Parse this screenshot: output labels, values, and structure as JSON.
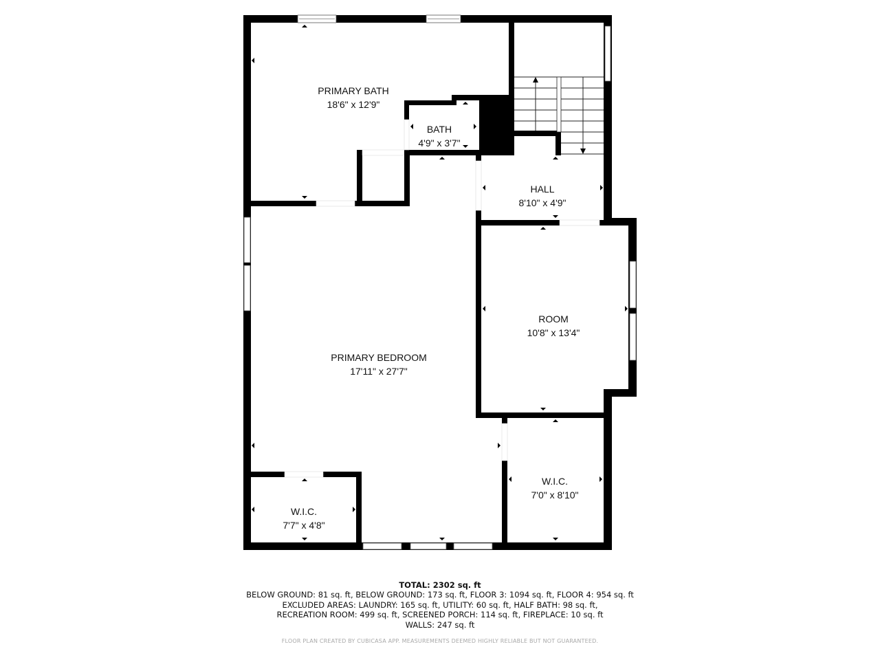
{
  "floorplan": {
    "rooms": [
      {
        "id": "primary-bath",
        "name": "PRIMARY BATH",
        "dims": "18'6\" x 12'9\""
      },
      {
        "id": "bath",
        "name": "BATH",
        "dims": "4'9\" x 3'7\""
      },
      {
        "id": "hall",
        "name": "HALL",
        "dims": "8'10\" x 4'9\""
      },
      {
        "id": "room",
        "name": "ROOM",
        "dims": "10'8\" x 13'4\""
      },
      {
        "id": "primary-bedroom",
        "name": "PRIMARY BEDROOM",
        "dims": "17'11\" x 27'7\""
      },
      {
        "id": "wic-left",
        "name": "W.I.C.",
        "dims": "7'7\" x 4'8\""
      },
      {
        "id": "wic-right",
        "name": "W.I.C.",
        "dims": "7'0\" x 8'10\""
      }
    ],
    "colors": {
      "wall": "#000000",
      "background": "#ffffff",
      "credit": "#a8a8a8"
    }
  },
  "summary": {
    "total": "TOTAL: 2302 sq. ft",
    "lines": [
      "BELOW GROUND: 81 sq. ft, BELOW GROUND: 173 sq. ft, FLOOR 3: 1094 sq. ft, FLOOR 4: 954 sq. ft",
      "EXCLUDED AREAS: LAUNDRY: 165 sq. ft, UTILITY: 60 sq. ft, HALF BATH: 98 sq. ft,",
      "RECREATION ROOM: 499 sq. ft, SCREENED PORCH: 114 sq. ft, FIREPLACE: 10 sq. ft",
      "WALLS: 247 sq. ft"
    ]
  },
  "credit": "FLOOR PLAN CREATED BY CUBICASA APP. MEASUREMENTS DEEMED HIGHLY RELIABLE BUT NOT GUARANTEED."
}
